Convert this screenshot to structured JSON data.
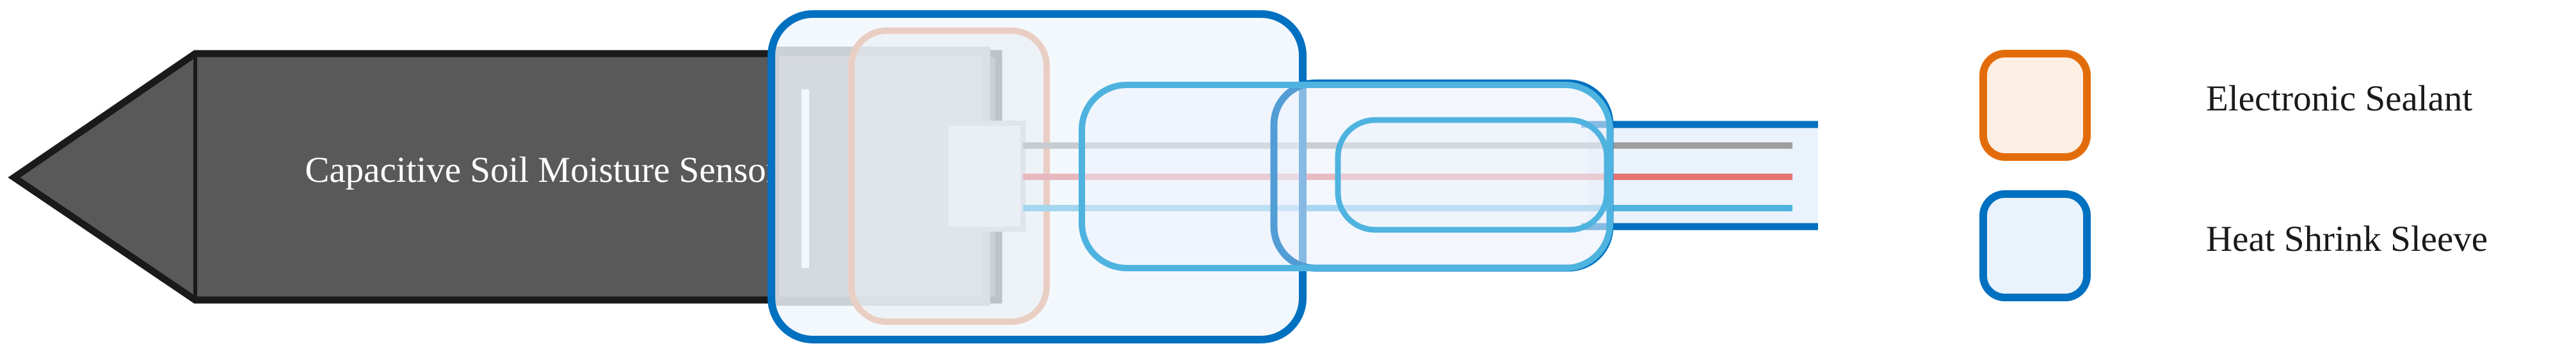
{
  "sensor": {
    "label": "Capacitive Soil Moisture Sensor",
    "body_color": "#595959",
    "outline_color": "#1a1a1a",
    "label_color": "#ffffff"
  },
  "legend": {
    "items": [
      {
        "label": "Electronic Sealant",
        "stroke": "#E36C0A",
        "fill": "#FDEFE3"
      },
      {
        "label": "Heat Shrink Sleeve",
        "stroke": "#0070C0",
        "fill": "#EAF2FB"
      }
    ]
  },
  "wires": {
    "colors": [
      "#9E9E9E",
      "#E57373",
      "#4FB3E0"
    ]
  },
  "colors": {
    "sealant_stroke": "#E9A27E",
    "sealant_fill": "#D9D9D9",
    "sleeve_stroke": "#0070C0",
    "inner_sleeve_stroke": "#4FB3E0",
    "cable_jacket": "#0070C0"
  }
}
